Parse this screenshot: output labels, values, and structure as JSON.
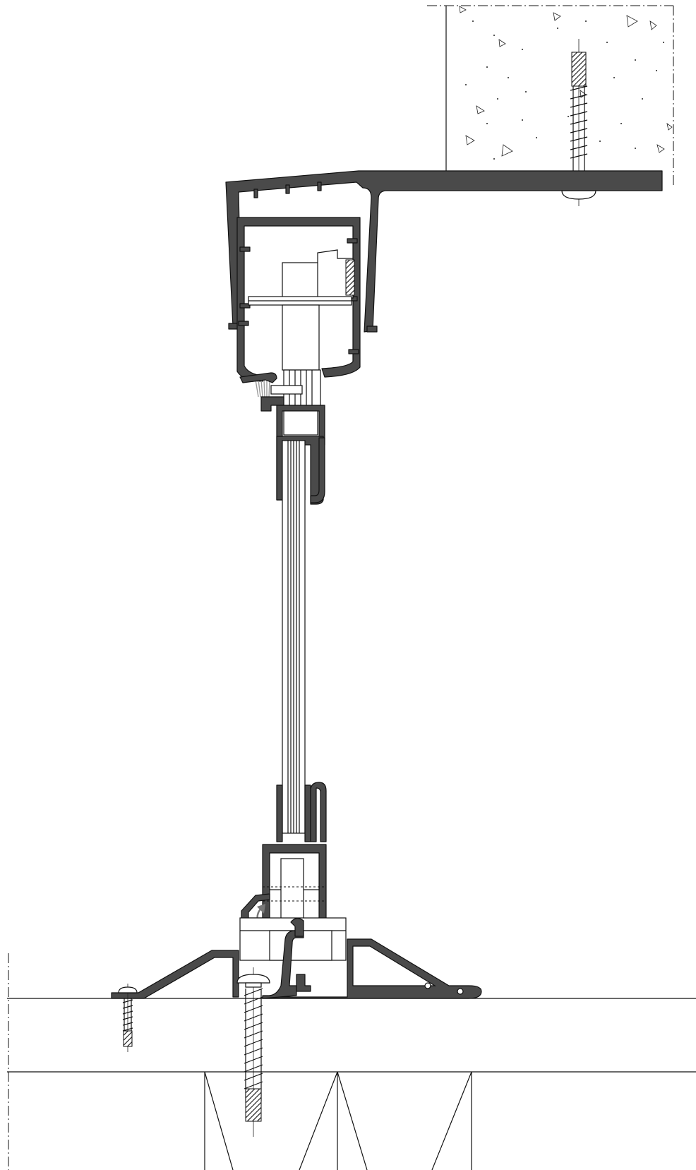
{
  "drawing": {
    "kind": "sliding door section detail",
    "colors": {
      "profile": "#4a4a4a",
      "line": "#111111",
      "brush": "#9a9a9a",
      "background": "#ffffff"
    },
    "components": [
      "concrete-ceiling",
      "ceiling-anchor-screw",
      "top-track-profile",
      "sash-top-frame",
      "brush-seal",
      "glass-panel",
      "bottom-sash-profile",
      "bottom-rail-profile",
      "floor-screw-left",
      "floor-screw-main",
      "floor-slab",
      "floor-joists"
    ]
  }
}
